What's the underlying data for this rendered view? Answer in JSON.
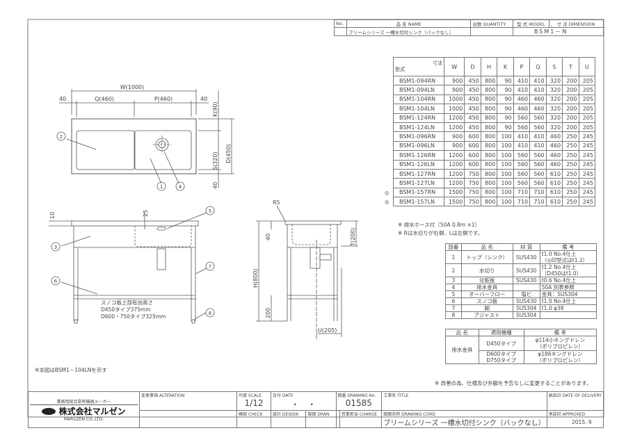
{
  "header": {
    "no_label": "No.",
    "name_label": "品 名 NAME",
    "qty_label": "台数 QUANTITY",
    "model_label": "型 式 MODEL",
    "dim_label": "、 寸 法 DIMENSION",
    "product_name": "ブリームシリーズ 一槽水切付シンク（バックなし）",
    "model": "BSM1－N"
  },
  "dim_table": {
    "corner_top": "寸法",
    "corner_bottom": "型式",
    "columns": [
      "W",
      "D",
      "H",
      "K",
      "P",
      "Q",
      "S",
      "T",
      "U"
    ],
    "rows": [
      {
        "mark": "",
        "model": "BSM1-094RN",
        "v": [
          "900",
          "450",
          "800",
          "90",
          "410",
          "410",
          "320",
          "200",
          "205"
        ]
      },
      {
        "mark": "",
        "model": "BSM1-094LN",
        "v": [
          "900",
          "450",
          "800",
          "90",
          "410",
          "410",
          "320",
          "200",
          "205"
        ]
      },
      {
        "mark": "",
        "model": "BSM1-104RN",
        "v": [
          "1000",
          "450",
          "800",
          "90",
          "460",
          "460",
          "320",
          "200",
          "205"
        ]
      },
      {
        "mark": "",
        "model": "BSM1-104LN",
        "v": [
          "1000",
          "450",
          "800",
          "90",
          "460",
          "460",
          "320",
          "200",
          "205"
        ]
      },
      {
        "mark": "",
        "model": "BSM1-124RN",
        "v": [
          "1200",
          "450",
          "800",
          "90",
          "560",
          "560",
          "320",
          "200",
          "205"
        ]
      },
      {
        "mark": "",
        "model": "BSM1-124LN",
        "v": [
          "1200",
          "450",
          "800",
          "90",
          "560",
          "560",
          "320",
          "200",
          "205"
        ]
      },
      {
        "mark": "",
        "model": "BSM1-096RN",
        "v": [
          "900",
          "600",
          "800",
          "100",
          "410",
          "410",
          "460",
          "250",
          "245"
        ]
      },
      {
        "mark": "",
        "model": "BSM1-096LN",
        "v": [
          "900",
          "600",
          "800",
          "100",
          "410",
          "410",
          "460",
          "250",
          "245"
        ]
      },
      {
        "mark": "",
        "model": "BSM1-126RN",
        "v": [
          "1200",
          "600",
          "800",
          "100",
          "560",
          "560",
          "460",
          "250",
          "245"
        ]
      },
      {
        "mark": "",
        "model": "BSM1-126LN",
        "v": [
          "1200",
          "600",
          "800",
          "100",
          "560",
          "560",
          "460",
          "250",
          "245"
        ]
      },
      {
        "mark": "",
        "model": "BSM1-127RN",
        "v": [
          "1200",
          "750",
          "800",
          "100",
          "560",
          "560",
          "610",
          "250",
          "245"
        ]
      },
      {
        "mark": "",
        "model": "BSM1-127LN",
        "v": [
          "1200",
          "750",
          "800",
          "100",
          "560",
          "560",
          "610",
          "250",
          "245"
        ]
      },
      {
        "mark": "◎",
        "model": "BSM1-157RN",
        "v": [
          "1500",
          "750",
          "800",
          "100",
          "710",
          "710",
          "610",
          "250",
          "245"
        ]
      },
      {
        "mark": "◎",
        "model": "BSM1-157LN",
        "v": [
          "1500",
          "750",
          "800",
          "100",
          "710",
          "710",
          "610",
          "250",
          "245"
        ]
      }
    ],
    "notes": [
      "※ 排水ホース付（50A 0.8m ×1）",
      "※ Rは水切りが右側、Lは左側です。"
    ]
  },
  "parts_table": {
    "headers": [
      "部番",
      "品 名",
      "材 質",
      "備 考"
    ],
    "rows": [
      {
        "no": "1",
        "name": "トップ（シンク）",
        "mat": "SUS430",
        "note": "t1.0 No.4仕上",
        "note2": "（◎印型式はt1.2）"
      },
      {
        "no": "2",
        "name": "水切り",
        "mat": "SUS430",
        "note": "t1.2 No.4仕上",
        "note2": "（D450はt1.0）"
      },
      {
        "no": "3",
        "name": "化粧板",
        "mat": "SUS430",
        "note": "t0.6 No.4仕上",
        "note2": ""
      },
      {
        "no": "4",
        "name": "排水金具",
        "mat": "",
        "note": "50A 別表参照",
        "note2": ""
      },
      {
        "no": "5",
        "name": "オーバーフロー",
        "mat": "塩ビ",
        "note": "金具：SUS304",
        "note2": ""
      },
      {
        "no": "6",
        "name": "スノコ板",
        "mat": "SUS430",
        "note": "t1.0 No.4仕上",
        "note2": ""
      },
      {
        "no": "7",
        "name": "脚",
        "mat": "SUS304",
        "note": "t1.0 φ38",
        "note2": ""
      },
      {
        "no": "8",
        "name": "アジャスト",
        "mat": "SUS304",
        "note": "",
        "note2": ""
      }
    ]
  },
  "drain_table": {
    "headers": [
      "品 名",
      "適用機種",
      "備 考"
    ],
    "name": "排水金具",
    "rows": [
      {
        "type": "D450タイプ",
        "type2": "",
        "note": "φ114小キングドレン",
        "note2": "（ポリプロピレン）"
      },
      {
        "type": "D600タイプ",
        "type2": "D750タイプ",
        "note": "φ186キングドレン",
        "note2": "（ポリプロピレン）"
      }
    ]
  },
  "drawing": {
    "w": "W(1000)",
    "q": "Q(460)",
    "p": "P(460)",
    "edge40a": "40",
    "edge40b": "40",
    "k": "K(90)",
    "s": "S(320)",
    "d": "D(450)",
    "bottom40": "40",
    "t10": "10",
    "t25": "25",
    "r5": "R5",
    "h40": "40",
    "h": "H(800)",
    "t": "T(200)",
    "h200": "200",
    "u": "U(205)",
    "shelf_note": [
      "スノコ板上部有効高さ",
      "D450タイプ375mm",
      "D600・750タイプ325mm"
    ],
    "balloons": [
      "1",
      "2",
      "3",
      "4",
      "5",
      "6",
      "7",
      "8"
    ],
    "figure_note": "※本図はBSM1－104LNを示す"
  },
  "disclaimer": "※ 改善の為、仕様及び外観を予告なしに変更することがあります。",
  "title_block": {
    "maker_tag": "業務用総合厨房機器メーカー",
    "company": "株式会社マルゼン",
    "company_en": "MARUZEN CO.,LTD.",
    "alteration": "変更事項 ALTERATION",
    "scale_label": "尺度 SCALE",
    "scale": "1/12",
    "date_label": "日付 DATE",
    "date": "・　・",
    "drawing_no_label": "図番 DRAWING No.",
    "drawing_no": "01585",
    "title_label": "工事名 TITLE",
    "delivery_label": "納品日 DATE OF DELIVERY",
    "check_label": "検図 CHECK",
    "design_label": "設計 DESIGN",
    "drawn_label": "製図 DRAN",
    "charge_label": "営業担当 CHARGE",
    "drawing_code_label": "図面名称 DRAWING CORD",
    "drawing_code": "ブリームシリーズ 一槽水切付シンク（バックなし）",
    "approved_label": "承認印 APPROVED",
    "revision": "2015. 9"
  }
}
